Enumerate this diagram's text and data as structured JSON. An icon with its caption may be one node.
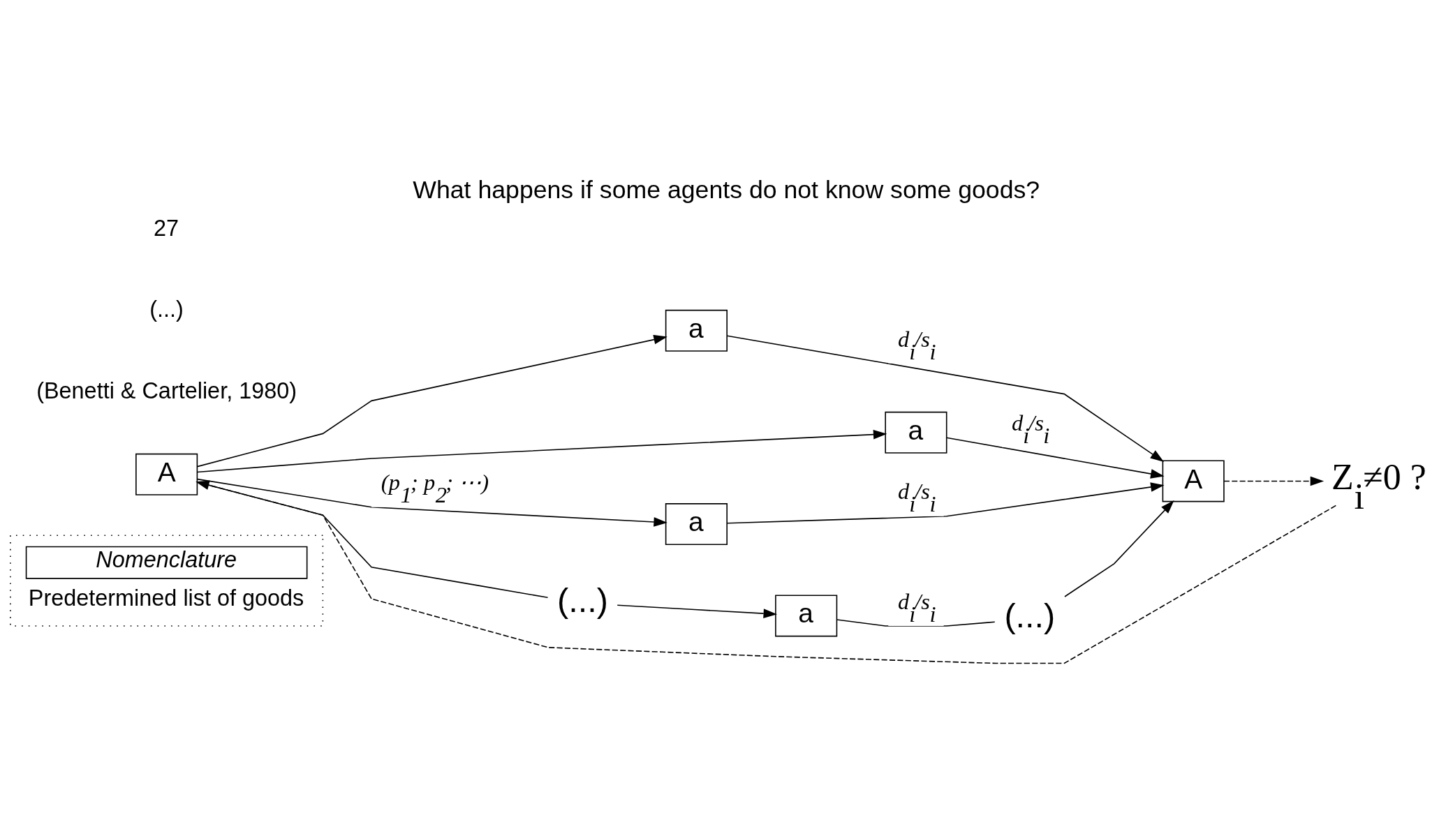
{
  "diagram": {
    "title": "What happens if some agents do not know some goods?",
    "nodes": [
      {
        "text": [
          "Nomenclature",
          "Predetermined list of goods"
        ]
      },
      {
        "text": [
          "A"
        ]
      },
      {
        "text": [
          "a"
        ]
      },
      {
        "text": [
          "a"
        ]
      },
      {
        "text": [
          "a"
        ]
      },
      {
        "text": [
          "(...)"
        ]
      },
      {
        "text": [
          "(...)"
        ]
      },
      {
        "text": [
          "a"
        ]
      },
      {
        "text": [
          "A"
        ]
      },
      {
        "text": [
          "Z$_{i}$≠0 ?"
        ]
      }
    ],
    "edges": [
      {
        "from": 1,
        "to": 2,
        "arrow": "to"
      },
      {
        "from": 1,
        "to": 3,
        "arrow": "to"
      },
      {
        "from": 1,
        "to": 4,
        "arrow": "to",
        "label": "(p$_{1}$; p$_{2}$; ⋯)"
      },
      {
        "from": 1,
        "to": 5,
        "arrow": "none"
      },
      {
        "from": 5,
        "to": 7,
        "arrow": "to"
      },
      {
        "from": 2,
        "to": 8,
        "arrow": "to",
        "label": "d$_{i}$/s$_{i}$"
      },
      {
        "from": 3,
        "to": 8,
        "arrow": "to",
        "label": "d$_{i}$/s$_{i}$"
      },
      {
        "from": 4,
        "to": 8,
        "arrow": "to",
        "label": "d$_{i}$/s$_{i}$"
      },
      {
        "from": 7,
        "to": 6,
        "arrow": "none",
        "label": "d$_{i}$/s$_{i}$"
      },
      {
        "from": 6,
        "to": 8,
        "arrow": "to"
      },
      {
        "from": 8,
        "to": 9,
        "arrow": "to",
        "style": "dashed"
      },
      {
        "from": 9,
        "to": 1,
        "arrow": "to",
        "style": "dashed"
      }
    ],
    "labels": [
      "(Benetti & Cartelier, 1980)",
      "(...)",
      "27"
    ]
  }
}
